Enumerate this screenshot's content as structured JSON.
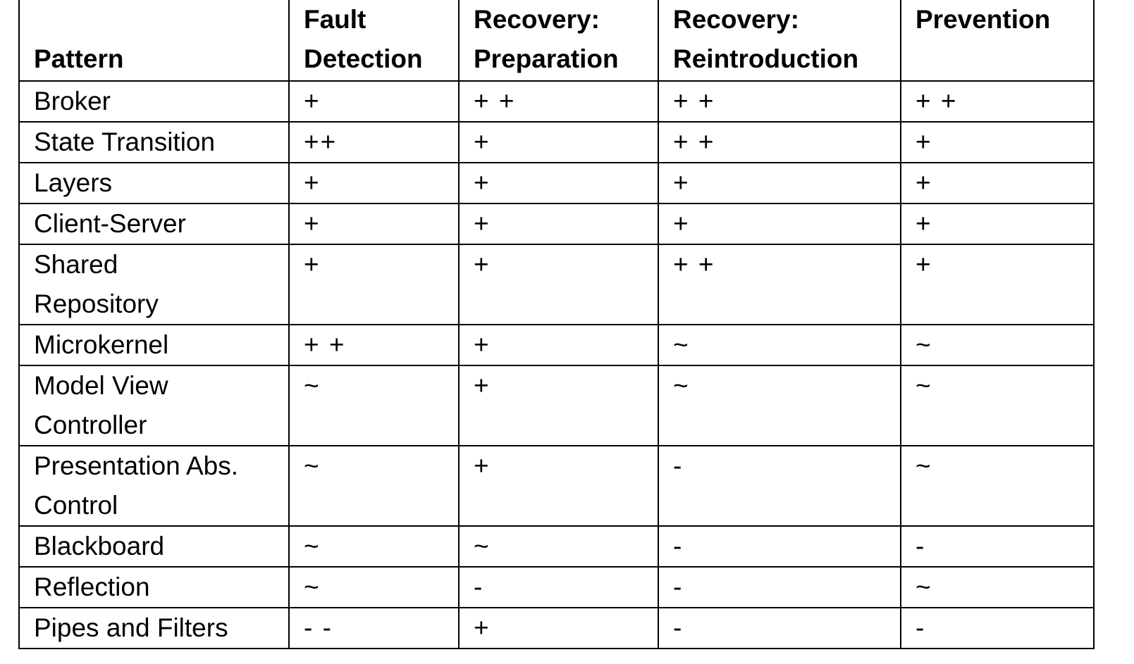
{
  "table": {
    "headers": [
      "Pattern",
      "Fault\nDetection",
      "Recovery:\nPreparation",
      "Recovery:\nReintroduction",
      "Prevention"
    ],
    "rows": [
      [
        "Broker",
        "+",
        "+ +",
        "+ +",
        "+ +"
      ],
      [
        "State Transition",
        "++",
        "+",
        "+ +",
        "+"
      ],
      [
        "Layers",
        "+",
        "+",
        "+",
        "+"
      ],
      [
        "Client-Server",
        "+",
        "+",
        "+",
        "+"
      ],
      [
        "Shared\nRepository",
        "+",
        "+",
        "+ +",
        "+"
      ],
      [
        "Microkernel",
        "+ +",
        "+",
        "~",
        "~"
      ],
      [
        "Model View\nController",
        "~",
        "+",
        "~",
        "~"
      ],
      [
        "Presentation Abs.\nControl",
        "~",
        "+",
        "-",
        "~"
      ],
      [
        "Blackboard",
        "~",
        "~",
        "-",
        "-"
      ],
      [
        "Reflection",
        "~",
        "-",
        "-",
        "~"
      ],
      [
        "Pipes and Filters",
        "- -",
        "+",
        "-",
        "-"
      ]
    ]
  }
}
